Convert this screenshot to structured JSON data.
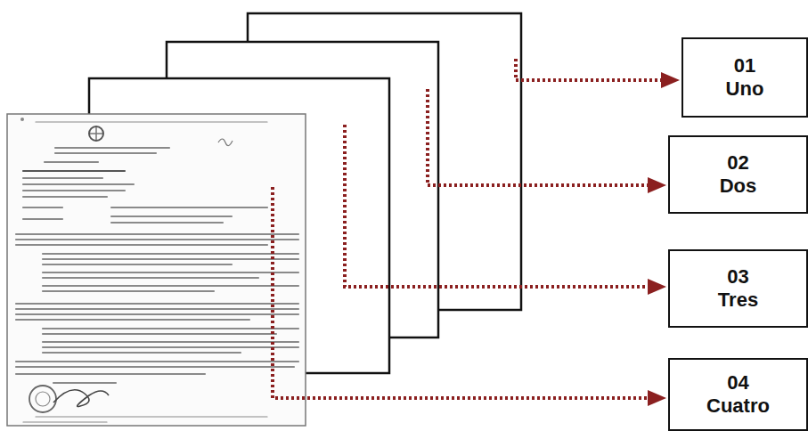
{
  "diagram": {
    "nodes": [
      {
        "text": [
          "01",
          "Uno"
        ]
      },
      {
        "text": [
          "02",
          "Dos"
        ]
      },
      {
        "text": [
          "03",
          "Tres"
        ]
      },
      {
        "text": [
          "04",
          "Cuatro"
        ]
      }
    ]
  }
}
